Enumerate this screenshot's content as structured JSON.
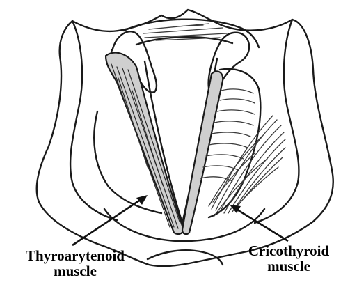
{
  "labels": {
    "thyroarytenoid": "Thyroarytenoid muscle",
    "thyroarytenoid_line1": "Thyroarytenoid",
    "thyroarytenoid_line2": "muscle",
    "cricothyroid": "Cricothyroid muscle",
    "cricothyroid_line1": "Cricothyroid",
    "cricothyroid_line2": "muscle"
  },
  "colors": {
    "line": "#1a1a1a",
    "muscle_shading": "#cfcfcf",
    "background": "#ffffff"
  }
}
